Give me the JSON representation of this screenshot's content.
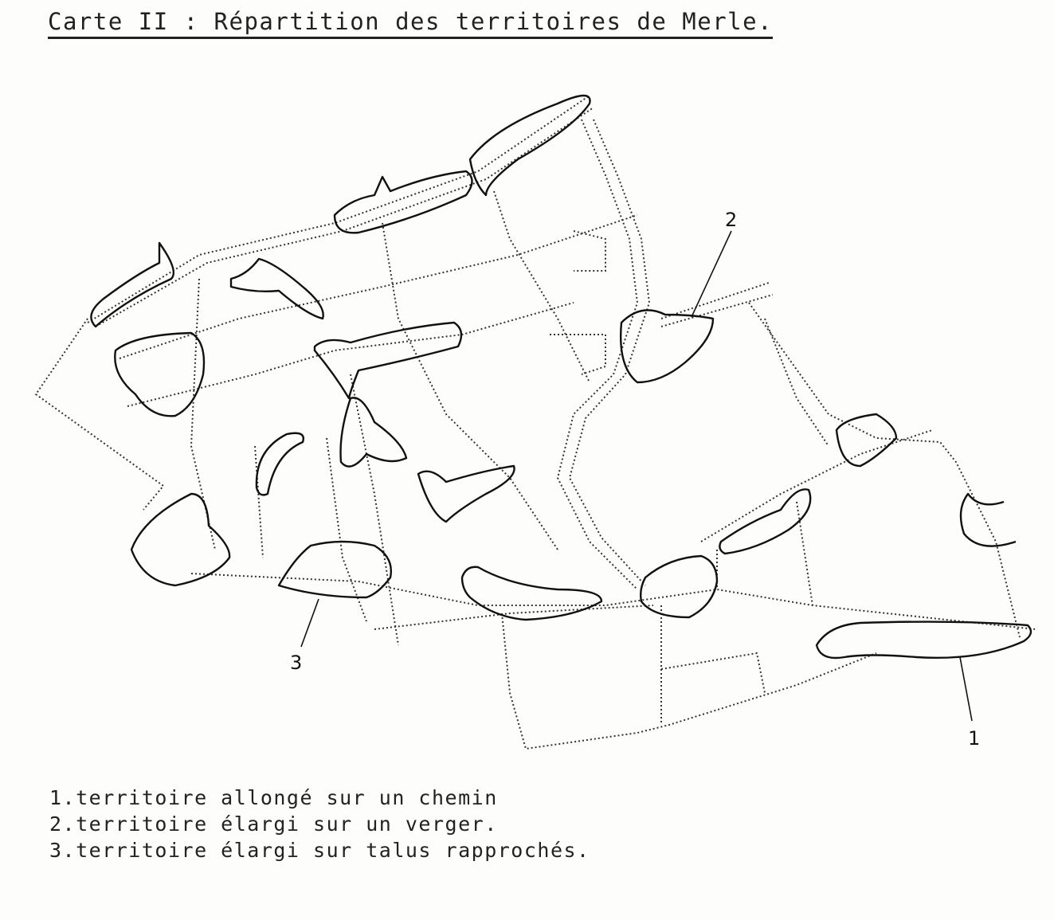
{
  "title": "Carte II : Répartition des territoires de Merle.",
  "map": {
    "labels": [
      "1",
      "2",
      "3"
    ]
  },
  "legend": [
    "1.territoire allongé sur un chemin",
    "2.territoire élargi sur un verger.",
    "3.territoire élargi sur talus rapprochés."
  ]
}
